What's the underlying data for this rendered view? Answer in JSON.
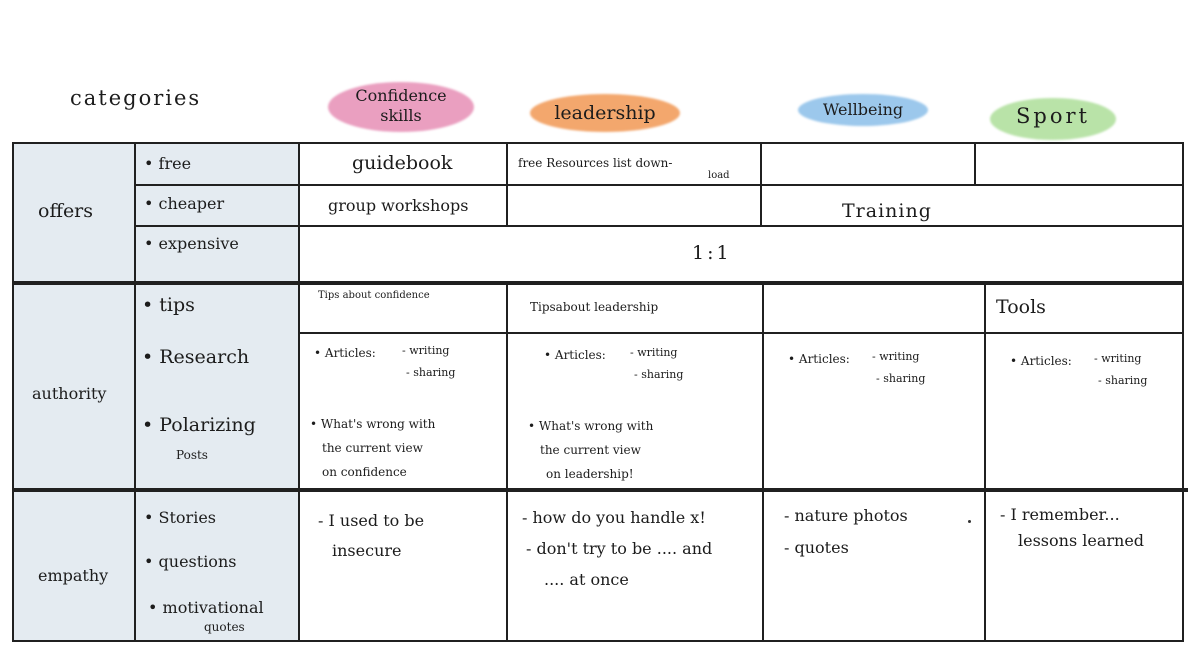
{
  "title": "categories",
  "categories": [
    {
      "line1": "Confidence",
      "line2": "skills",
      "color": "#ea9fc0"
    },
    {
      "line1": "leadership",
      "line2": "",
      "color": "#f3a76d"
    },
    {
      "line1": "Wellbeing",
      "line2": "",
      "color": "#9cc8ec"
    },
    {
      "line1": "Sport",
      "line2": "",
      "color": "#b9e3a8"
    }
  ],
  "offers": {
    "label": "offers",
    "items": [
      "free",
      "cheaper",
      "expensive"
    ],
    "guidebook": "guidebook",
    "free_resources": "free Resources list down-",
    "free_resources_cont": "load",
    "group_workshops": "group workshops",
    "training": "Training",
    "one_on_one": "1:1"
  },
  "authority": {
    "label": "authority",
    "items": [
      "tips",
      "Research",
      "Polarizing",
      "Posts"
    ],
    "tips_confidence": "Tips about confidence",
    "tips_leadership": "Tipsabout leadership",
    "tools": "Tools",
    "articles": "Articles:",
    "writing": "- writing",
    "sharing": "- sharing",
    "wrong_confidence": [
      "What's wrong with",
      "the current view",
      "on confidence"
    ],
    "wrong_leadership": [
      "What's wrong with",
      "the current view",
      "on leadership!"
    ]
  },
  "empathy": {
    "label": "empathy",
    "items": [
      "Stories",
      "questions",
      "motivational",
      "quotes"
    ],
    "confidence": [
      "- I used to be",
      "insecure"
    ],
    "leadership": [
      "- how do you handle x!",
      "- don't try to be .... and",
      ".... at once"
    ],
    "wellbeing": [
      "- nature photos",
      "- quotes"
    ],
    "sport": [
      "- I remember...",
      "lessons learned"
    ]
  }
}
